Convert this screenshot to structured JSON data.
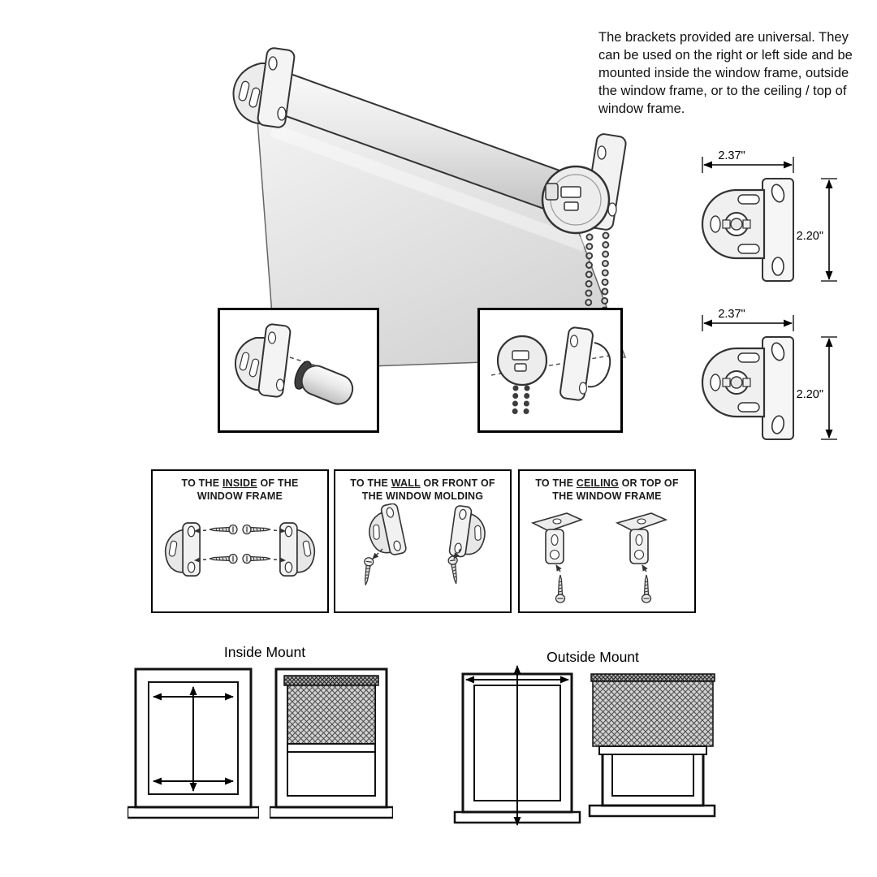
{
  "intro": {
    "text": "The brackets provided are universal. They can be used on the right or left side and be mounted inside the window frame, outside the window frame, or to the ceiling / top of window frame."
  },
  "dimensions": {
    "bracket1": {
      "width": "2.37\"",
      "height": "2.20\""
    },
    "bracket2": {
      "width": "2.37\"",
      "height": "2.20\""
    }
  },
  "mount_options": [
    {
      "pre": "TO THE ",
      "underlined": "INSIDE",
      "post": " OF THE",
      "line2": "WINDOW FRAME"
    },
    {
      "pre": "TO THE ",
      "underlined": "WALL",
      "post": " OR FRONT OF",
      "line2": "THE WINDOW MOLDING"
    },
    {
      "pre": "TO THE ",
      "underlined": "CEILING",
      "post": " OR TOP OF",
      "line2": "THE WINDOW FRAME"
    }
  ],
  "bottom_labels": {
    "inside_mount": "Inside Mount",
    "outside_mount": "Outside Mount"
  }
}
